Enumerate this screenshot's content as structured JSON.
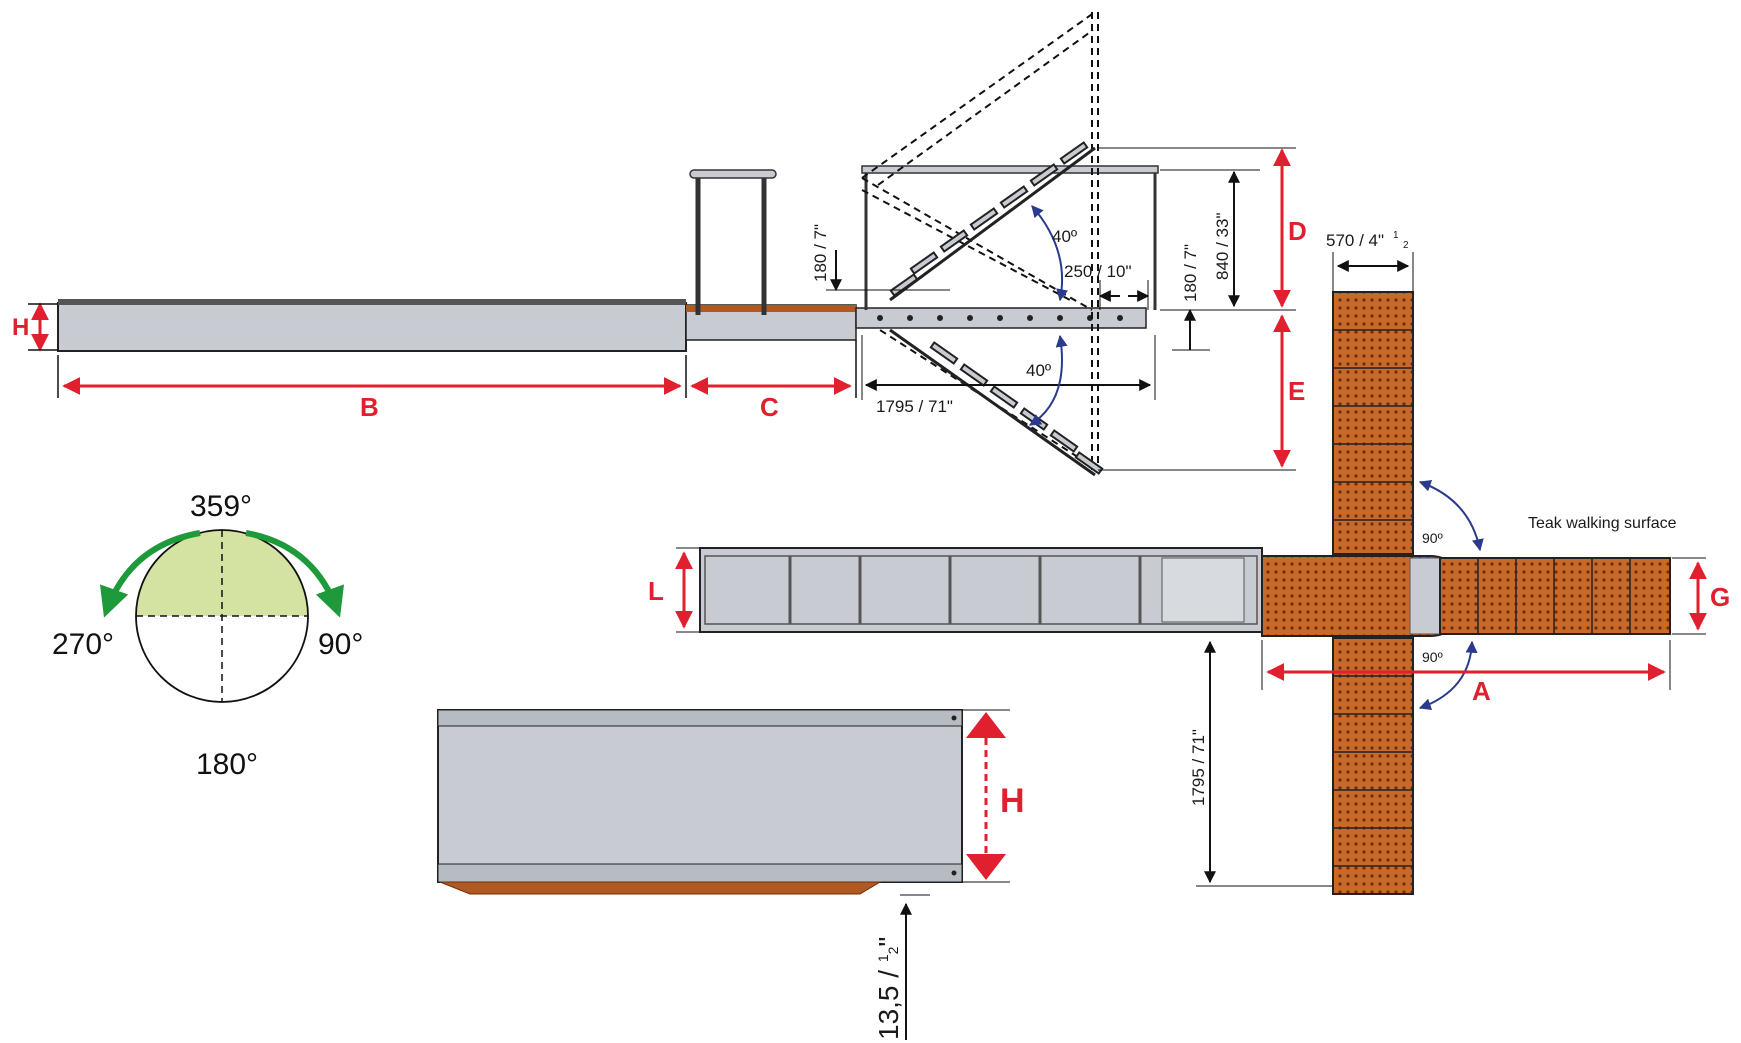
{
  "colors": {
    "accent_red": "#e0202e",
    "steel": "#c8ccd2",
    "steel_dark": "#8b9098",
    "teak": "#c8692a",
    "teak_dark": "#7a3a12",
    "angle_blue": "#2a3a8c",
    "rotation_green": "#1f9a3a",
    "rotation_fill": "#d5e3a2"
  },
  "icons": {
    "rotation_arrow": "curved-arrow-icon",
    "dimension_arrow": "arrowhead-icon"
  },
  "labels": {
    "h_left": "H",
    "b": "B",
    "c": "C",
    "d": "D",
    "e": "E",
    "l": "L",
    "g": "G",
    "a": "A",
    "h_detail": "H"
  },
  "dimensions": {
    "step_rise_top": "180 / 7\"",
    "step_rise_right": "180 / 7\"",
    "step_depth": "250 / 10\"",
    "stair_height": "840 / 33\"",
    "stair_run": "1795 / 71\"",
    "plan_run": "1795 / 71\"",
    "frame_width": "570 / 4\"",
    "frame_width_fraction": "1",
    "frame_width_denominator": "2",
    "profile_offset": "13,5 / ",
    "profile_offset_fraction_num": "1",
    "profile_offset_fraction_den": "2",
    "profile_offset_suffix": "\""
  },
  "angles": {
    "upper": "40º",
    "lower": "40º",
    "plan_top": "90º",
    "plan_bottom": "90º"
  },
  "rotation": {
    "top": "359°",
    "left": "270°",
    "right": "90°",
    "bottom": "180°"
  },
  "annotations": {
    "teak": "Teak walking surface"
  }
}
